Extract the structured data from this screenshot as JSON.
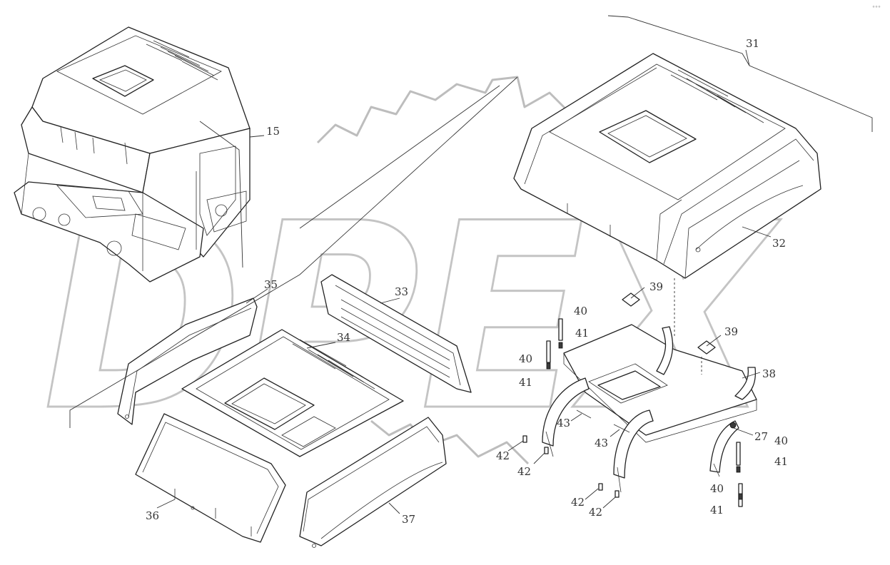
{
  "diagram": {
    "watermark_text": "DPEX",
    "callouts": [
      {
        "id": "c15",
        "text": "15"
      },
      {
        "id": "c31",
        "text": "31"
      },
      {
        "id": "c32",
        "text": "32"
      },
      {
        "id": "c33",
        "text": "33"
      },
      {
        "id": "c34",
        "text": "34"
      },
      {
        "id": "c35",
        "text": "35"
      },
      {
        "id": "c36",
        "text": "36"
      },
      {
        "id": "c37",
        "text": "37"
      },
      {
        "id": "c38",
        "text": "38"
      },
      {
        "id": "c39a",
        "text": "39"
      },
      {
        "id": "c39b",
        "text": "39"
      },
      {
        "id": "c40a",
        "text": "40"
      },
      {
        "id": "c40b",
        "text": "40"
      },
      {
        "id": "c40c",
        "text": "40"
      },
      {
        "id": "c40d",
        "text": "40"
      },
      {
        "id": "c41a",
        "text": "41"
      },
      {
        "id": "c41b",
        "text": "41"
      },
      {
        "id": "c41c",
        "text": "41"
      },
      {
        "id": "c41d",
        "text": "41"
      },
      {
        "id": "c42a",
        "text": "42"
      },
      {
        "id": "c42b",
        "text": "42"
      },
      {
        "id": "c42c",
        "text": "42"
      },
      {
        "id": "c42d",
        "text": "42"
      },
      {
        "id": "c43a",
        "text": "43"
      },
      {
        "id": "c43b",
        "text": "43"
      },
      {
        "id": "c27",
        "text": "27"
      }
    ]
  }
}
